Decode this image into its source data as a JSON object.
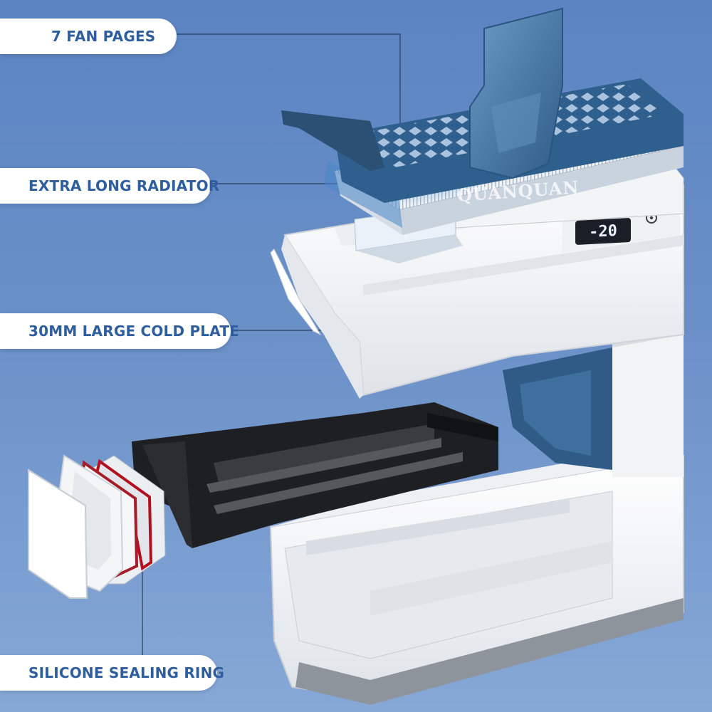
{
  "labels": {
    "fan": "7 FAN PAGES",
    "radiator": "EXTRA LONG RADIATOR",
    "cold_plate": "30MM LARGE COLD PLATE",
    "sealing_ring": "SILICONE SEALING RING"
  },
  "product": {
    "display_reading": "-20",
    "brand_watermark": "QUANQUAN"
  },
  "colors": {
    "background": "#6a90c8",
    "label_text": "#2f5e9e",
    "body_white": "#f4f5f7",
    "tray_black": "#1e1f22",
    "fan_blue": "#3d6f9e",
    "seal_red": "#b0323a"
  },
  "icons": {
    "power": "power-icon",
    "settings": "gear-icon"
  }
}
